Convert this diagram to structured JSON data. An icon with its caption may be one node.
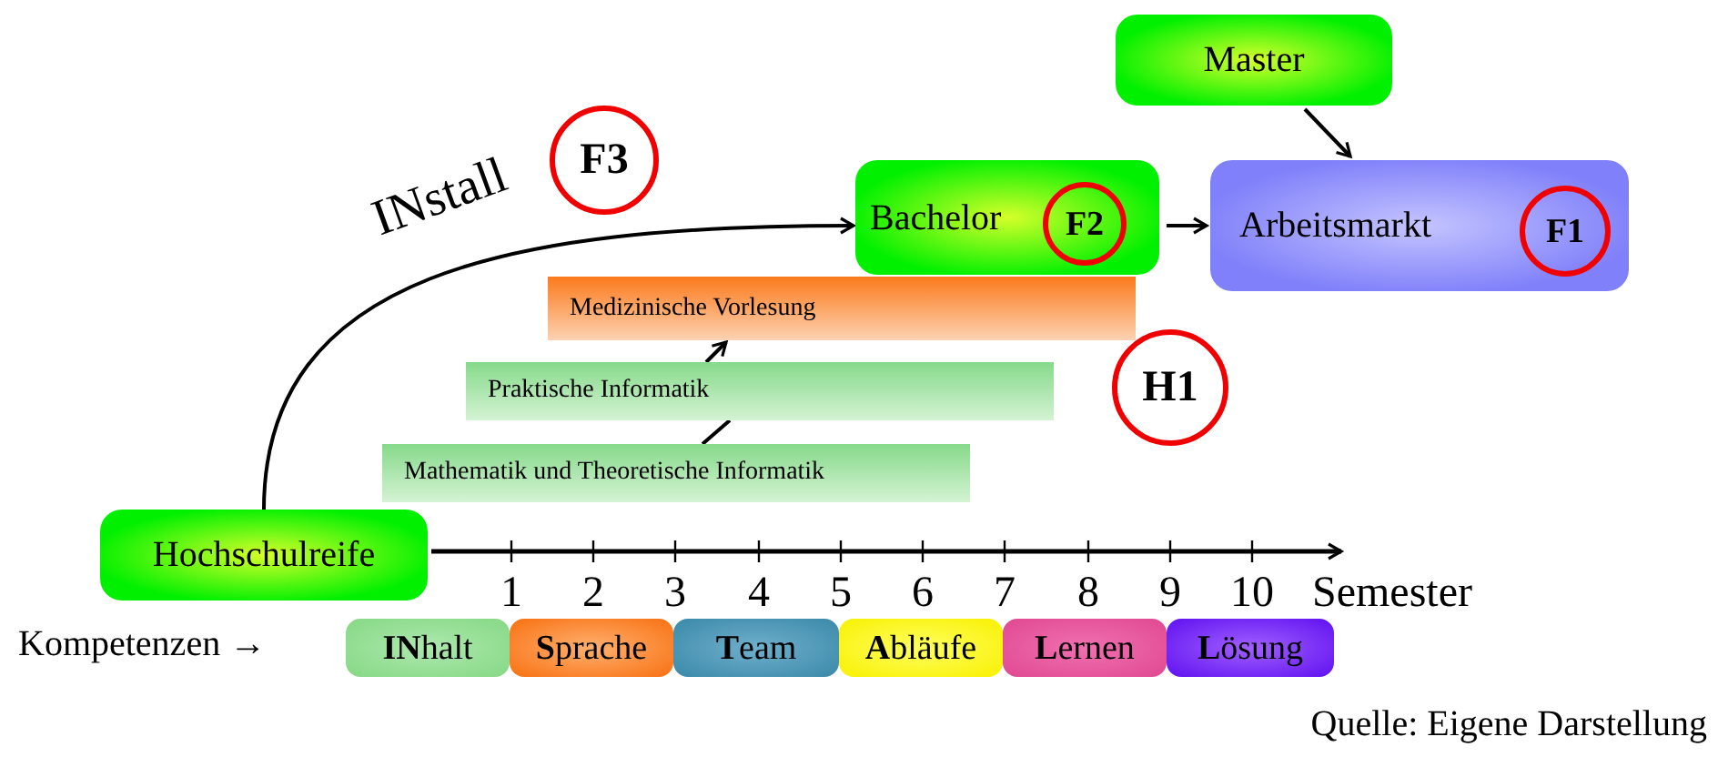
{
  "diagram": {
    "caption": "Quelle: Eigene Darstellung",
    "nodes": [
      {
        "text": [
          "Hochschulreife"
        ]
      },
      {
        "text": [
          "Bachelor"
        ]
      },
      {
        "text": [
          "F2"
        ],
        "in": 1
      },
      {
        "text": [
          "Arbeitsmarkt"
        ]
      },
      {
        "text": [
          "F1"
        ],
        "in": 3
      },
      {
        "text": [
          "Master"
        ]
      },
      {
        "text": [
          "F3"
        ]
      },
      {
        "text": [
          "Medizinische Vorlesung"
        ]
      },
      {
        "text": [
          "Praktische Informatik"
        ]
      },
      {
        "text": [
          "Mathematik und Theoretische Informatik"
        ]
      },
      {
        "text": [
          "H1"
        ]
      },
      {
        "text": [
          "**IN**halt"
        ]
      },
      {
        "text": [
          "**S**prache"
        ]
      },
      {
        "text": [
          "**T**eam"
        ]
      },
      {
        "text": [
          "**A**bläufe"
        ]
      },
      {
        "text": [
          "**L**ernen"
        ]
      },
      {
        "text": [
          "**L**ösung"
        ]
      }
    ],
    "edges": [
      {
        "from": 0,
        "to": 1,
        "arrow": "to"
      },
      {
        "from": 1,
        "to": 3,
        "arrow": "to"
      },
      {
        "from": 5,
        "to": 3,
        "arrow": "to"
      },
      {
        "from": 9,
        "to": 8,
        "arrow": "none"
      },
      {
        "from": 8,
        "to": 7,
        "arrow": "to"
      }
    ],
    "labels": [
      "INstall",
      "1",
      "2",
      "3",
      "4",
      "5",
      "6",
      "7",
      "8",
      "9",
      "10",
      "Semester",
      "Kompetenzen →"
    ]
  }
}
